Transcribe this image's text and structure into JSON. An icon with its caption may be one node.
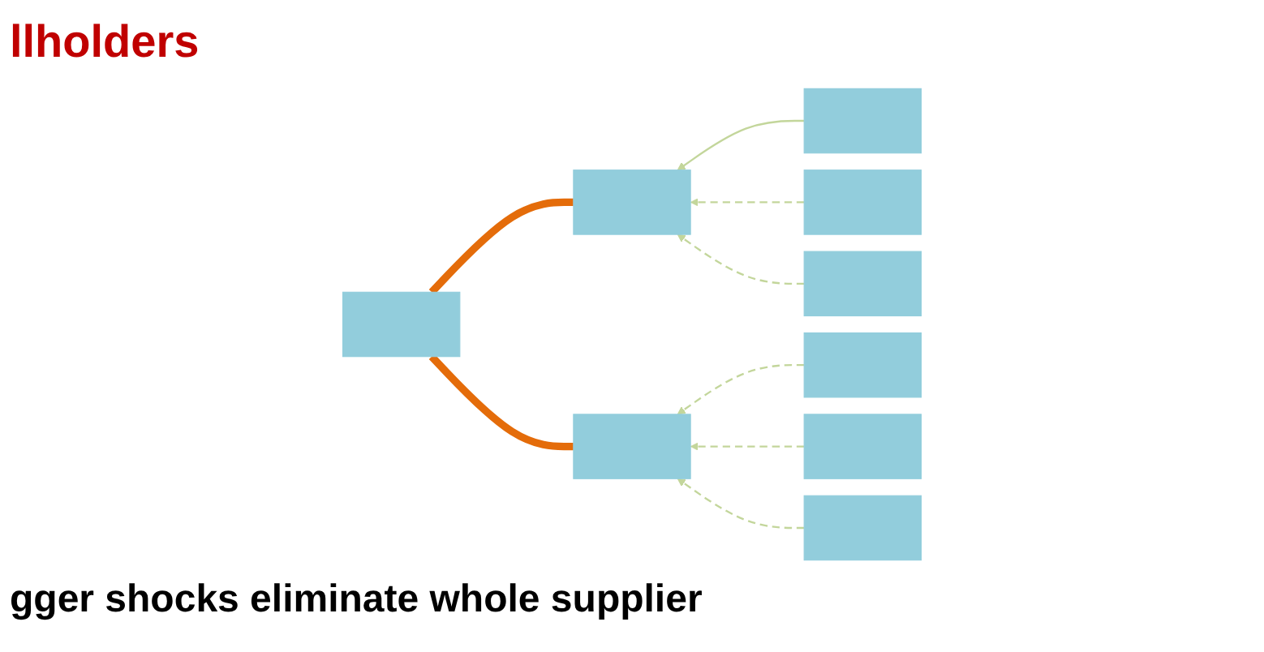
{
  "diagram": {
    "title": "llholders",
    "nodes": [
      {
        "text": [],
        "shape": "box"
      },
      {
        "text": [],
        "shape": "box"
      },
      {
        "text": [],
        "shape": "box"
      },
      {
        "text": [],
        "shape": "box"
      },
      {
        "text": [],
        "shape": "box"
      },
      {
        "text": [],
        "shape": "box"
      },
      {
        "text": [],
        "shape": "box"
      },
      {
        "text": [],
        "shape": "box"
      },
      {
        "text": [],
        "shape": "box"
      }
    ],
    "edges": [
      {
        "from": 0,
        "to": 1,
        "arrow": "none",
        "style": "thick",
        "color": "#e46c0a"
      },
      {
        "from": 0,
        "to": 2,
        "arrow": "none",
        "style": "thick",
        "color": "#e46c0a"
      },
      {
        "from": 3,
        "to": 1,
        "arrow": "to"
      },
      {
        "from": 4,
        "to": 1,
        "arrow": "to",
        "style": "dashed"
      },
      {
        "from": 5,
        "to": 1,
        "arrow": "to",
        "style": "dashed"
      },
      {
        "from": 6,
        "to": 2,
        "arrow": "to",
        "style": "dashed"
      },
      {
        "from": 7,
        "to": 2,
        "arrow": "to",
        "style": "dashed"
      },
      {
        "from": 8,
        "to": 2,
        "arrow": "to",
        "style": "dashed"
      }
    ],
    "labels": [
      "gger shocks eliminate whole supplier"
    ]
  }
}
